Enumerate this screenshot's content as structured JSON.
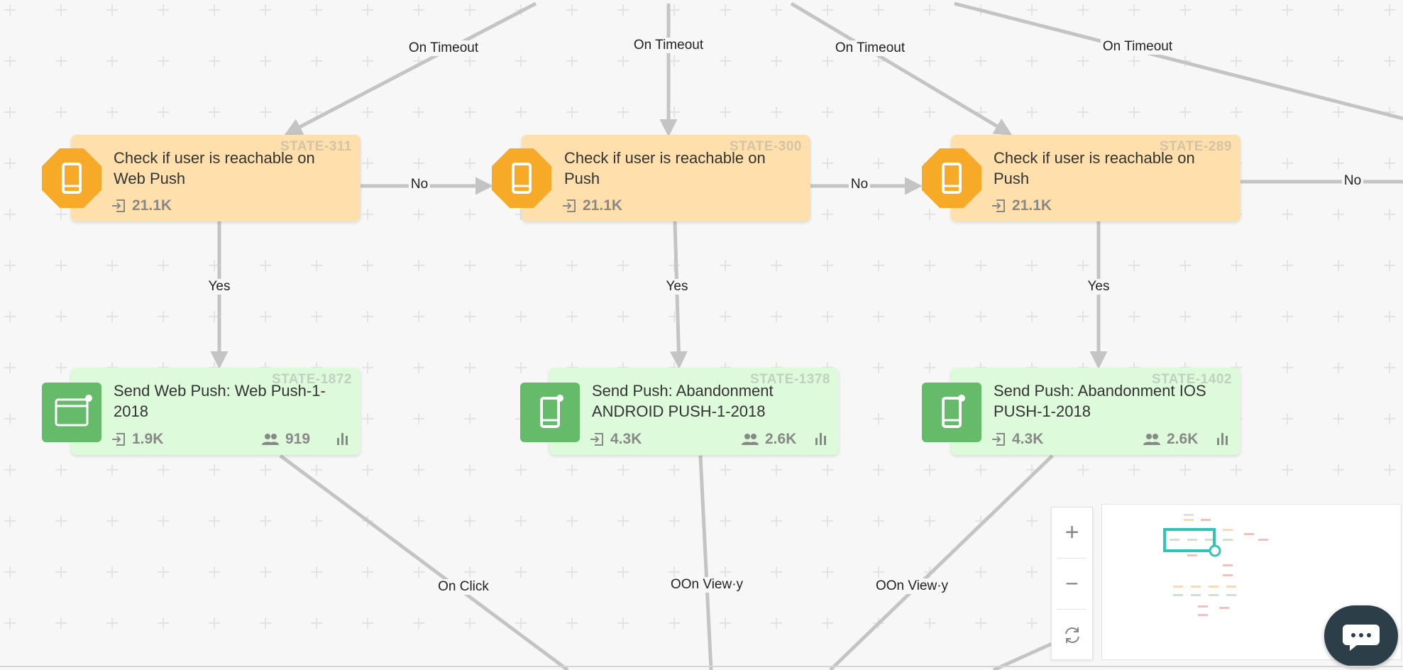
{
  "edge_labels": [
    "On Timeout",
    "On Timeout",
    "On Timeout",
    "On Timeout",
    "No",
    "No",
    "No",
    "Yes",
    "Yes",
    "Yes",
    "On Click",
    "OOn View·y",
    "OOn View·y"
  ],
  "check_nodes": [
    {
      "state": "STATE-311",
      "title": "Check if user is  reachable on Web Push",
      "entered": "21.1K"
    },
    {
      "state": "STATE-300",
      "title": "Check if user is  reachable on Push",
      "entered": "21.1K"
    },
    {
      "state": "STATE-289",
      "title": "Check if user is  reachable on Push",
      "entered": "21.1K"
    }
  ],
  "send_nodes": [
    {
      "state": "STATE-1872",
      "title": "Send Web Push: Web Push-1-2018",
      "entered": "1.9K",
      "users": "919",
      "icon": "browser-window-icon"
    },
    {
      "state": "STATE-1378",
      "title": "Send Push: Abandonment ANDROID PUSH-1-2018",
      "entered": "4.3K",
      "users": "2.6K",
      "icon": "mobile-notification-icon"
    },
    {
      "state": "STATE-1402",
      "title": "Send Push: Abandonment IOS PUSH-1-2018",
      "entered": "4.3K",
      "users": "2.6K",
      "icon": "mobile-notification-icon"
    }
  ],
  "controls": {
    "zoom_in": "+",
    "zoom_out": "−",
    "reset_icon": "refresh-icon"
  },
  "colors": {
    "check_bg": "#ffe0ac",
    "check_icon": "#f7a928",
    "send_bg": "#ddfadb",
    "send_icon": "#66bb6a",
    "edge": "#c4c4c4",
    "minimap_highlight": "#2ec4b6",
    "chat_bg": "#2c3e48"
  }
}
